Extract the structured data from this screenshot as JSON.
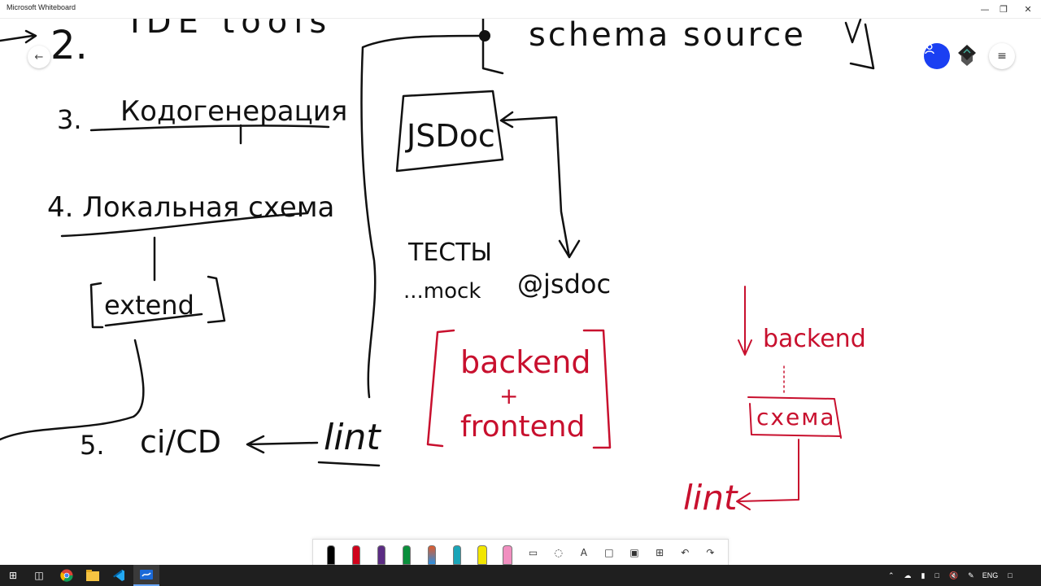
{
  "window": {
    "title": "Microsoft Whiteboard",
    "controls": [
      "minimize",
      "restore",
      "close"
    ]
  },
  "canvas": {
    "texts": {
      "item2_num": "2.",
      "item2": "IDE tools",
      "schema_source": "schema source",
      "item3_num": "3.",
      "item3": "Кодогенерация",
      "item4": "4. Локальная схема",
      "jsdoc": "JSDoc",
      "extend": "extend",
      "tests": "ТЕСТЫ",
      "mock": "...mock",
      "jsdoc_tag": "@jsdoc",
      "item5_num": "5.",
      "item5": "ci/CD",
      "lint": "lint",
      "red_backend": "backend",
      "red_plus": "+",
      "red_frontend": "frontend",
      "red_backend2": "backend",
      "red_schema": "схема",
      "red_lint": "lint"
    },
    "colors": {
      "ink": "#111111",
      "red": "#c8102e"
    }
  },
  "header_controls": {
    "back_icon": "arrow-left-icon",
    "avatar_icon": "person-icon",
    "avatar_color": "#1a3ff2",
    "app_icon": "whiteboard-logo-icon",
    "menu_icon": "hamburger-icon"
  },
  "toolbar": {
    "tools": [
      {
        "name": "pen-black",
        "color": "#000000"
      },
      {
        "name": "pen-red",
        "color": "#d0021b"
      },
      {
        "name": "pen-purple",
        "color": "#5b2c83"
      },
      {
        "name": "pen-green",
        "color": "#0a8f3c"
      },
      {
        "name": "pen-rainbow",
        "color": "#e05a2a"
      },
      {
        "name": "pen-teal",
        "color": "#1aa5b8"
      },
      {
        "name": "highlighter-yellow",
        "color": "#f2e600"
      },
      {
        "name": "highlighter-pink",
        "color": "#f18fc0"
      }
    ],
    "text_tool_label": "A"
  },
  "taskbar": {
    "apps": [
      "windows-start-icon",
      "task-view-icon",
      "chrome-icon",
      "file-explorer-icon",
      "vscode-icon",
      "whiteboard-app-icon"
    ],
    "language": "ENG"
  }
}
